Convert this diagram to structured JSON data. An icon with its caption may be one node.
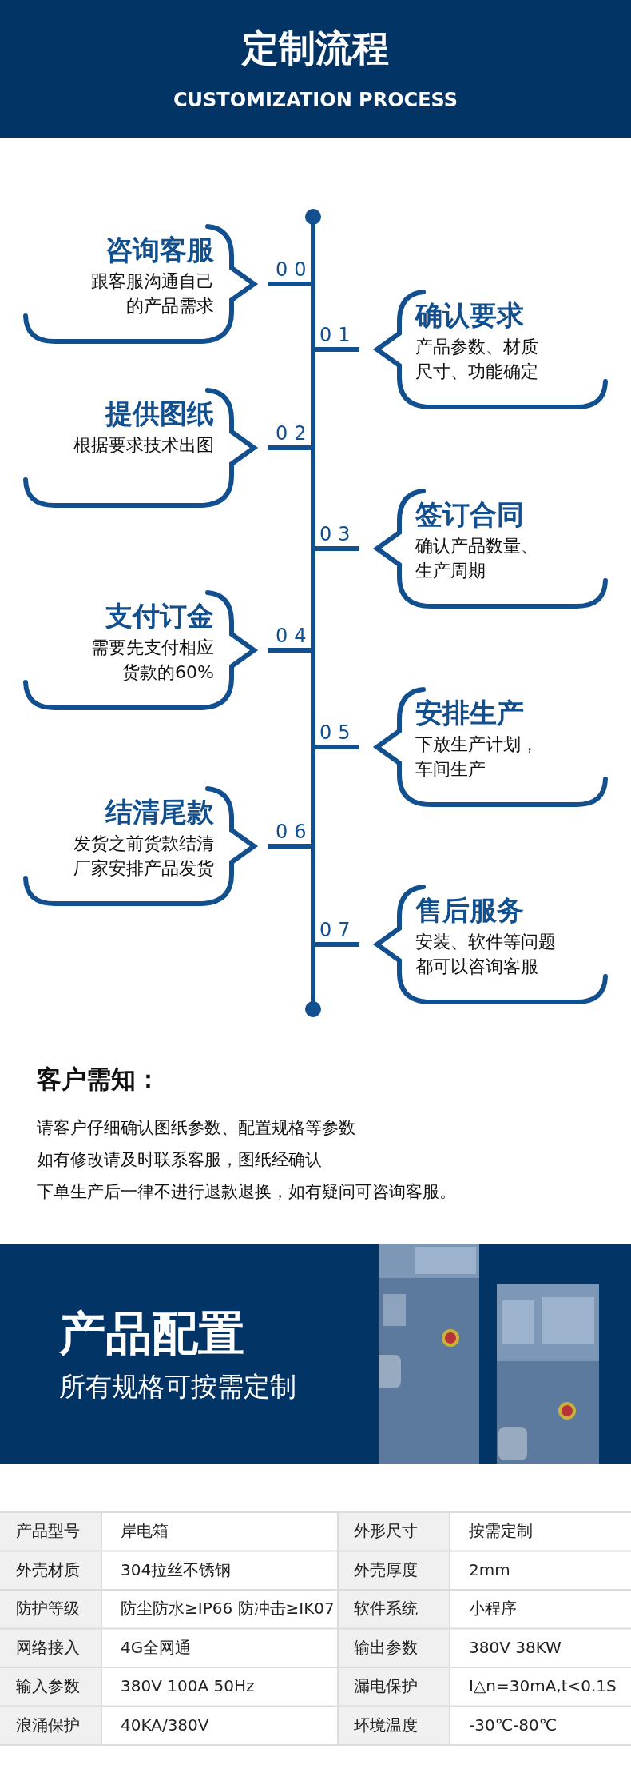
{
  "diagram": {
    "title": "定制流程",
    "nodes": [
      {
        "text": [
          "咨询客服",
          "跟客服沟通自己的产品需求"
        ],
        "beside": [
          "00"
        ]
      },
      {
        "text": [
          "确认要求",
          "产品参数、材质尺寸、功能确定"
        ],
        "beside": [
          "01"
        ]
      },
      {
        "text": [
          "提供图纸",
          "根据要求技术出图"
        ],
        "beside": [
          "02"
        ]
      },
      {
        "text": [
          "签订合同",
          "确认产品数量、生产周期"
        ],
        "beside": [
          "03"
        ]
      },
      {
        "text": [
          "支付订金",
          "需要先支付相应货款的60%"
        ],
        "beside": [
          "04"
        ]
      },
      {
        "text": [
          "安排生产",
          "下放生产计划，车间生产"
        ],
        "beside": [
          "05"
        ]
      },
      {
        "text": [
          "结清尾款",
          "发货之前货款结清厂家安排产品发货"
        ],
        "beside": [
          "06"
        ]
      },
      {
        "text": [
          "售后服务",
          "安装、软件等问题都可以咨询客服"
        ],
        "beside": [
          "07"
        ]
      }
    ],
    "labels": [
      "CUSTOMIZATION PROCESS",
      "客户需知：",
      "请客户仔细确认图纸参数、配置规格等参数",
      "如有修改请及时联系客服，图纸经确认",
      "下单生产后一律不进行退款退换，如有疑问可咨询客服。",
      "产品配置",
      "所有规格可按需定制",
      "产品型号",
      "岸电箱",
      "外形尺寸",
      "按需定制",
      "外壳材质",
      "304拉丝不锈钢",
      "外壳厚度",
      "2mm",
      "防护等级",
      "防尘防水≥IP66 防冲击≥IK07",
      "软件系统",
      "小程序",
      "网络接入",
      "4G全网通",
      "输出参数",
      "380V 38KW",
      "输入参数",
      "380V 100A 50Hz",
      "漏电保护",
      "I△n=30mA,t<0.1S",
      "浪涌保护",
      "40KA/380V",
      "环境温度",
      "-30℃-80℃"
    ]
  }
}
